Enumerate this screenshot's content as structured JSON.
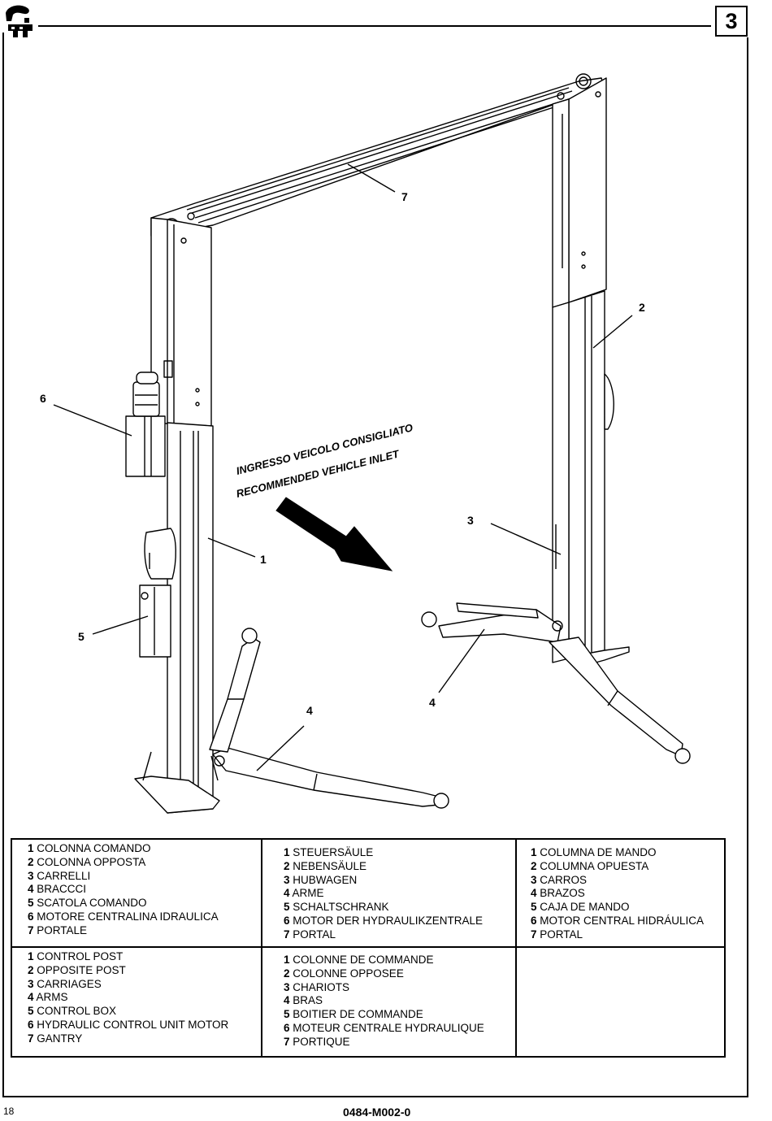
{
  "header": {
    "section_number": "3"
  },
  "illustration": {
    "inlet_line_1": "INGRESSO VEICOLO CONSIGLIATO",
    "inlet_line_2": "RECOMMENDED VEHICLE  INLET",
    "callouts": [
      "1",
      "2",
      "3",
      "4",
      "4",
      "5",
      "6",
      "7"
    ]
  },
  "legend": {
    "italian": [
      {
        "num": "1",
        "text": "COLONNA COMANDO"
      },
      {
        "num": "2",
        "text": "COLONNA OPPOSTA"
      },
      {
        "num": "3",
        "text": "CARRELLI"
      },
      {
        "num": "4",
        "text": "BRACCCI"
      },
      {
        "num": "5",
        "text": "SCATOLA COMANDO"
      },
      {
        "num": "6",
        "text": "MOTORE CENTRALINA IDRAULICA"
      },
      {
        "num": "7",
        "text": "PORTALE"
      }
    ],
    "german": [
      {
        "num": "1",
        "text": "STEUERSÄULE"
      },
      {
        "num": "2",
        "text": "NEBENSÄULE"
      },
      {
        "num": "3",
        "text": "HUBWAGEN"
      },
      {
        "num": "4",
        "text": "ARME"
      },
      {
        "num": "5",
        "text": "SCHALTSCHRANK"
      },
      {
        "num": "6",
        "text": "MOTOR DER HYDRAULIKZENTRALE"
      },
      {
        "num": "7",
        "text": "PORTAL"
      }
    ],
    "spanish": [
      {
        "num": "1",
        "text": "COLUMNA DE MANDO"
      },
      {
        "num": "2",
        "text": "COLUMNA OPUESTA"
      },
      {
        "num": "3",
        "text": "CARROS"
      },
      {
        "num": "4",
        "text": " BRAZOS"
      },
      {
        "num": "5",
        "text": "CAJA DE MANDO"
      },
      {
        "num": "6",
        "text": "MOTOR CENTRAL HIDRÁULICA"
      },
      {
        "num": "7",
        "text": "PORTAL"
      }
    ],
    "english": [
      {
        "num": "1",
        "text": "CONTROL POST"
      },
      {
        "num": "2",
        "text": "OPPOSITE POST"
      },
      {
        "num": "3",
        "text": "CARRIAGES"
      },
      {
        "num": "4",
        "text": "ARMS"
      },
      {
        "num": "5",
        "text": "CONTROL BOX"
      },
      {
        "num": "6",
        "text": "HYDRAULIC CONTROL UNIT MOTOR"
      },
      {
        "num": "7",
        "text": " GANTRY"
      }
    ],
    "french": [
      {
        "num": "1",
        "text": "COLONNE DE COMMANDE"
      },
      {
        "num": "2",
        "text": "COLONNE OPPOSEE"
      },
      {
        "num": "3",
        "text": "CHARIOTS"
      },
      {
        "num": "4",
        "text": "BRAS"
      },
      {
        "num": "5",
        "text": "BOITIER DE COMMANDE"
      },
      {
        "num": "6",
        "text": "MOTEUR CENTRALE HYDRAULIQUE"
      },
      {
        "num": "7",
        "text": "PORTIQUE"
      }
    ]
  },
  "footer": {
    "page_number": "18",
    "document_code": "0484-M002-0"
  }
}
